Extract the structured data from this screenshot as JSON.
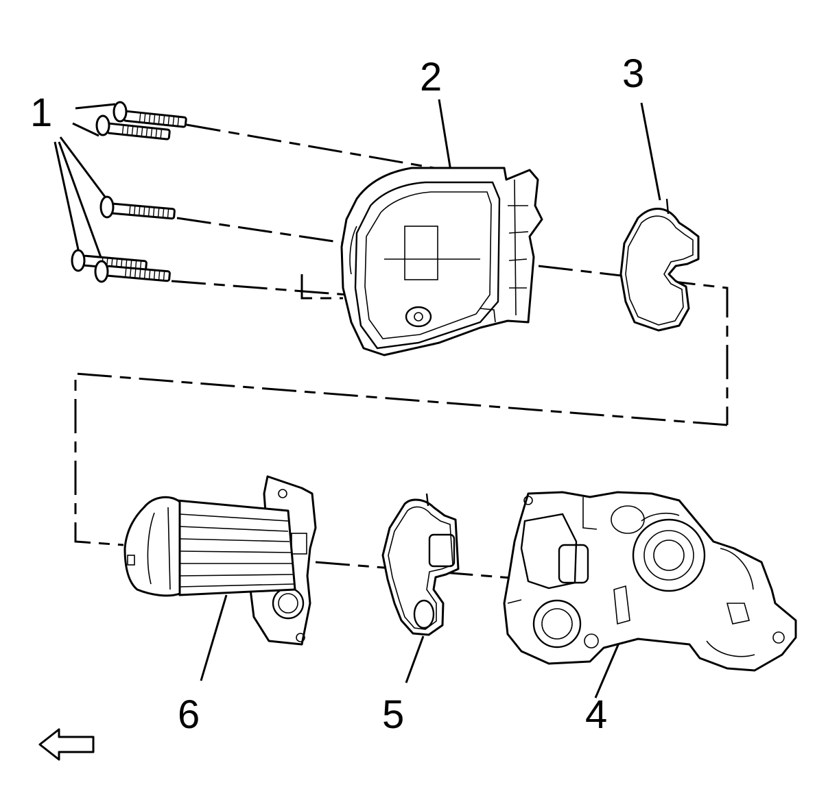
{
  "callouts": {
    "c1": "1",
    "c2": "2",
    "c3": "3",
    "c4": "4",
    "c5": "5",
    "c6": "6"
  },
  "icons": {
    "direction_arrow": "arrow-left-icon"
  }
}
